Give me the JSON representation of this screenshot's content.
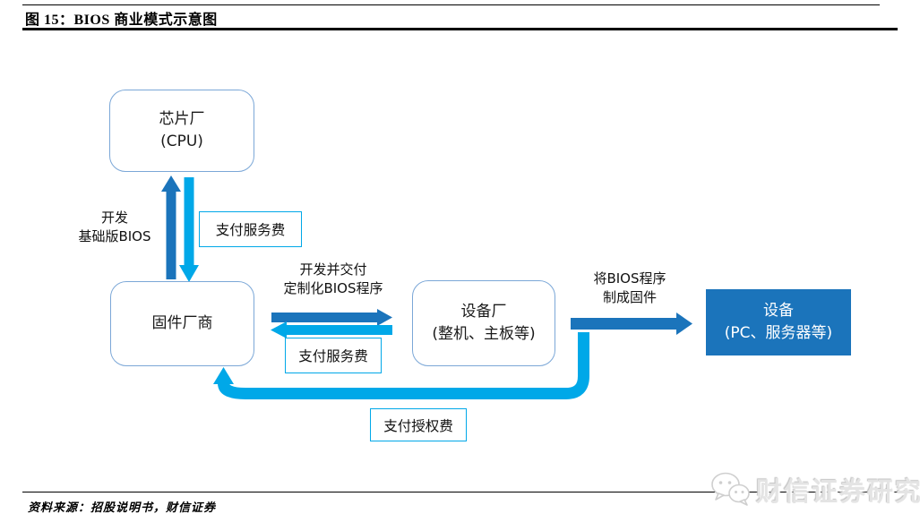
{
  "figure": {
    "title": "图 15：BIOS 商业模式示意图"
  },
  "colors": {
    "dark_blue": "#1b74bb",
    "light_blue": "#00a8e8",
    "node_border": "#7ba7d7",
    "device_box_fill": "#1b74bb"
  },
  "diagram": {
    "nodes": {
      "chip": {
        "name": "芯片厂",
        "subtitle": "(CPU)"
      },
      "firmware": {
        "name": "固件厂商"
      },
      "device_maker": {
        "name": "设备厂",
        "subtitle": "(整机、主板等)"
      },
      "device": {
        "name": "设备",
        "subtitle": "(PC、服务器等)"
      }
    },
    "edge_labels": {
      "develop_base_line1": "开发",
      "develop_base_line2": "基础版BIOS",
      "pay_service_top": "支付服务费",
      "develop_custom_line1": "开发并交付",
      "develop_custom_line2": "定制化BIOS程序",
      "pay_service_mid": "支付服务费",
      "make_firmware_line1": "将BIOS程序",
      "make_firmware_line2": "制成固件",
      "pay_license": "支付授权费"
    }
  },
  "footer": {
    "source": "资料来源：招股说明书，财信证券",
    "watermark": "财信证券研究"
  }
}
